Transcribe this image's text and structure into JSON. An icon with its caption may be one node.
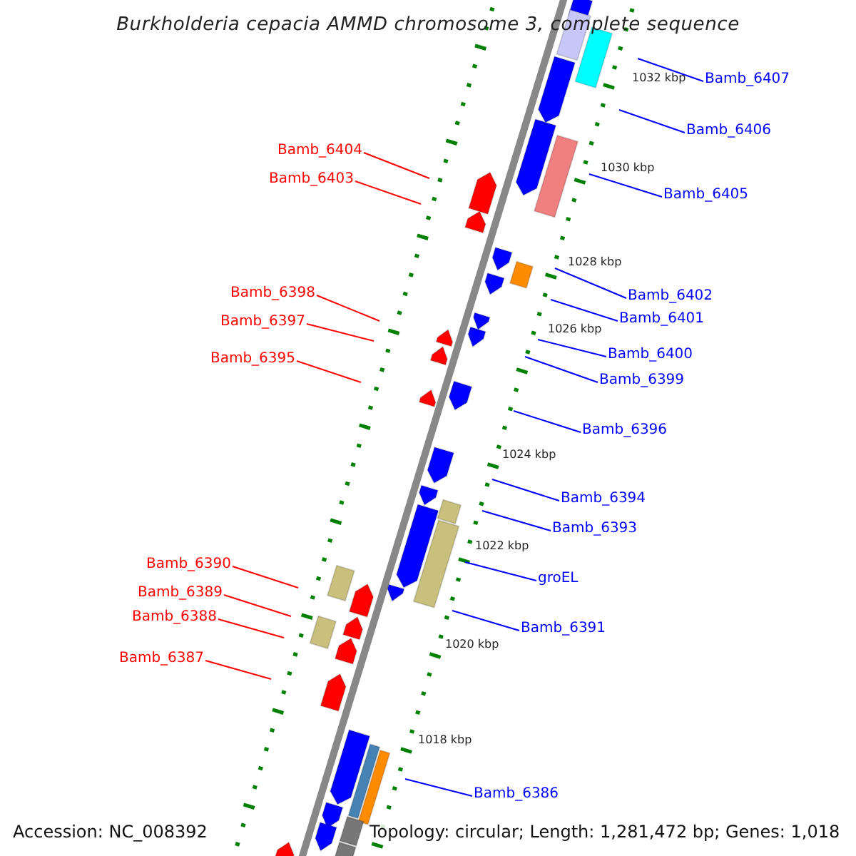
{
  "diagram": {
    "title": "Burkholderia cepacia AMMD chromosome 3, complete sequence",
    "nodes": [
      {
        "text": [
          "Bamb_6407"
        ]
      },
      {
        "text": [
          "Bamb_6406"
        ]
      },
      {
        "text": [
          "Bamb_6404"
        ]
      },
      {
        "text": [
          "Bamb_6403"
        ]
      },
      {
        "text": [
          "Bamb_6405"
        ]
      },
      {
        "text": [
          "Bamb_6398"
        ]
      },
      {
        "text": [
          "Bamb_6402"
        ]
      },
      {
        "text": [
          "Bamb_6401"
        ]
      },
      {
        "text": [
          "Bamb_6397"
        ]
      },
      {
        "text": [
          "Bamb_6400"
        ]
      },
      {
        "text": [
          "Bamb_6395"
        ]
      },
      {
        "text": [
          "Bamb_6399"
        ]
      },
      {
        "text": [
          "Bamb_6396"
        ]
      },
      {
        "text": [
          "Bamb_6394"
        ]
      },
      {
        "text": [
          "Bamb_6393"
        ]
      },
      {
        "text": [
          "Bamb_6390"
        ]
      },
      {
        "text": [
          "groEL"
        ]
      },
      {
        "text": [
          "Bamb_6389"
        ]
      },
      {
        "text": [
          "Bamb_6388"
        ]
      },
      {
        "text": [
          "Bamb_6391"
        ]
      },
      {
        "text": [
          "Bamb_6387"
        ]
      },
      {
        "text": [
          "Bamb_6386"
        ]
      }
    ],
    "edges": [
      {
        "from": 0,
        "to": null,
        "arrow": "none"
      },
      {
        "from": 1,
        "to": null,
        "arrow": "none"
      },
      {
        "from": 2,
        "to": null,
        "arrow": "none",
        "color": "#ff0000"
      },
      {
        "from": 3,
        "to": null,
        "arrow": "none",
        "color": "#ff0000"
      },
      {
        "from": 4,
        "to": null,
        "arrow": "none"
      },
      {
        "from": 5,
        "to": null,
        "arrow": "none",
        "color": "#ff0000"
      },
      {
        "from": 6,
        "to": null,
        "arrow": "none"
      },
      {
        "from": 7,
        "to": null,
        "arrow": "none"
      },
      {
        "from": 8,
        "to": null,
        "arrow": "none",
        "color": "#ff0000"
      },
      {
        "from": 9,
        "to": null,
        "arrow": "none"
      },
      {
        "from": 10,
        "to": null,
        "arrow": "none",
        "color": "#ff0000"
      },
      {
        "from": 11,
        "to": null,
        "arrow": "none"
      },
      {
        "from": 12,
        "to": null,
        "arrow": "none"
      },
      {
        "from": 13,
        "to": null,
        "arrow": "none"
      },
      {
        "from": 14,
        "to": null,
        "arrow": "none"
      },
      {
        "from": 15,
        "to": null,
        "arrow": "none",
        "color": "#ff0000"
      },
      {
        "from": 16,
        "to": null,
        "arrow": "none"
      },
      {
        "from": 17,
        "to": null,
        "arrow": "none",
        "color": "#ff0000"
      },
      {
        "from": 18,
        "to": null,
        "arrow": "none",
        "color": "#ff0000"
      },
      {
        "from": 19,
        "to": null,
        "arrow": "none"
      },
      {
        "from": 20,
        "to": null,
        "arrow": "none",
        "color": "#ff0000"
      },
      {
        "from": 21,
        "to": null,
        "arrow": "none"
      }
    ],
    "labels": [
      "1032 kbp",
      "1030 kbp",
      "1028 kbp",
      "1026 kbp",
      "1024 kbp",
      "1022 kbp",
      "1020 kbp",
      "1018 kbp",
      "Accession: NC_008392",
      "Topology: circular; Length: 1,281,472 bp; Genes: 1,018"
    ]
  }
}
